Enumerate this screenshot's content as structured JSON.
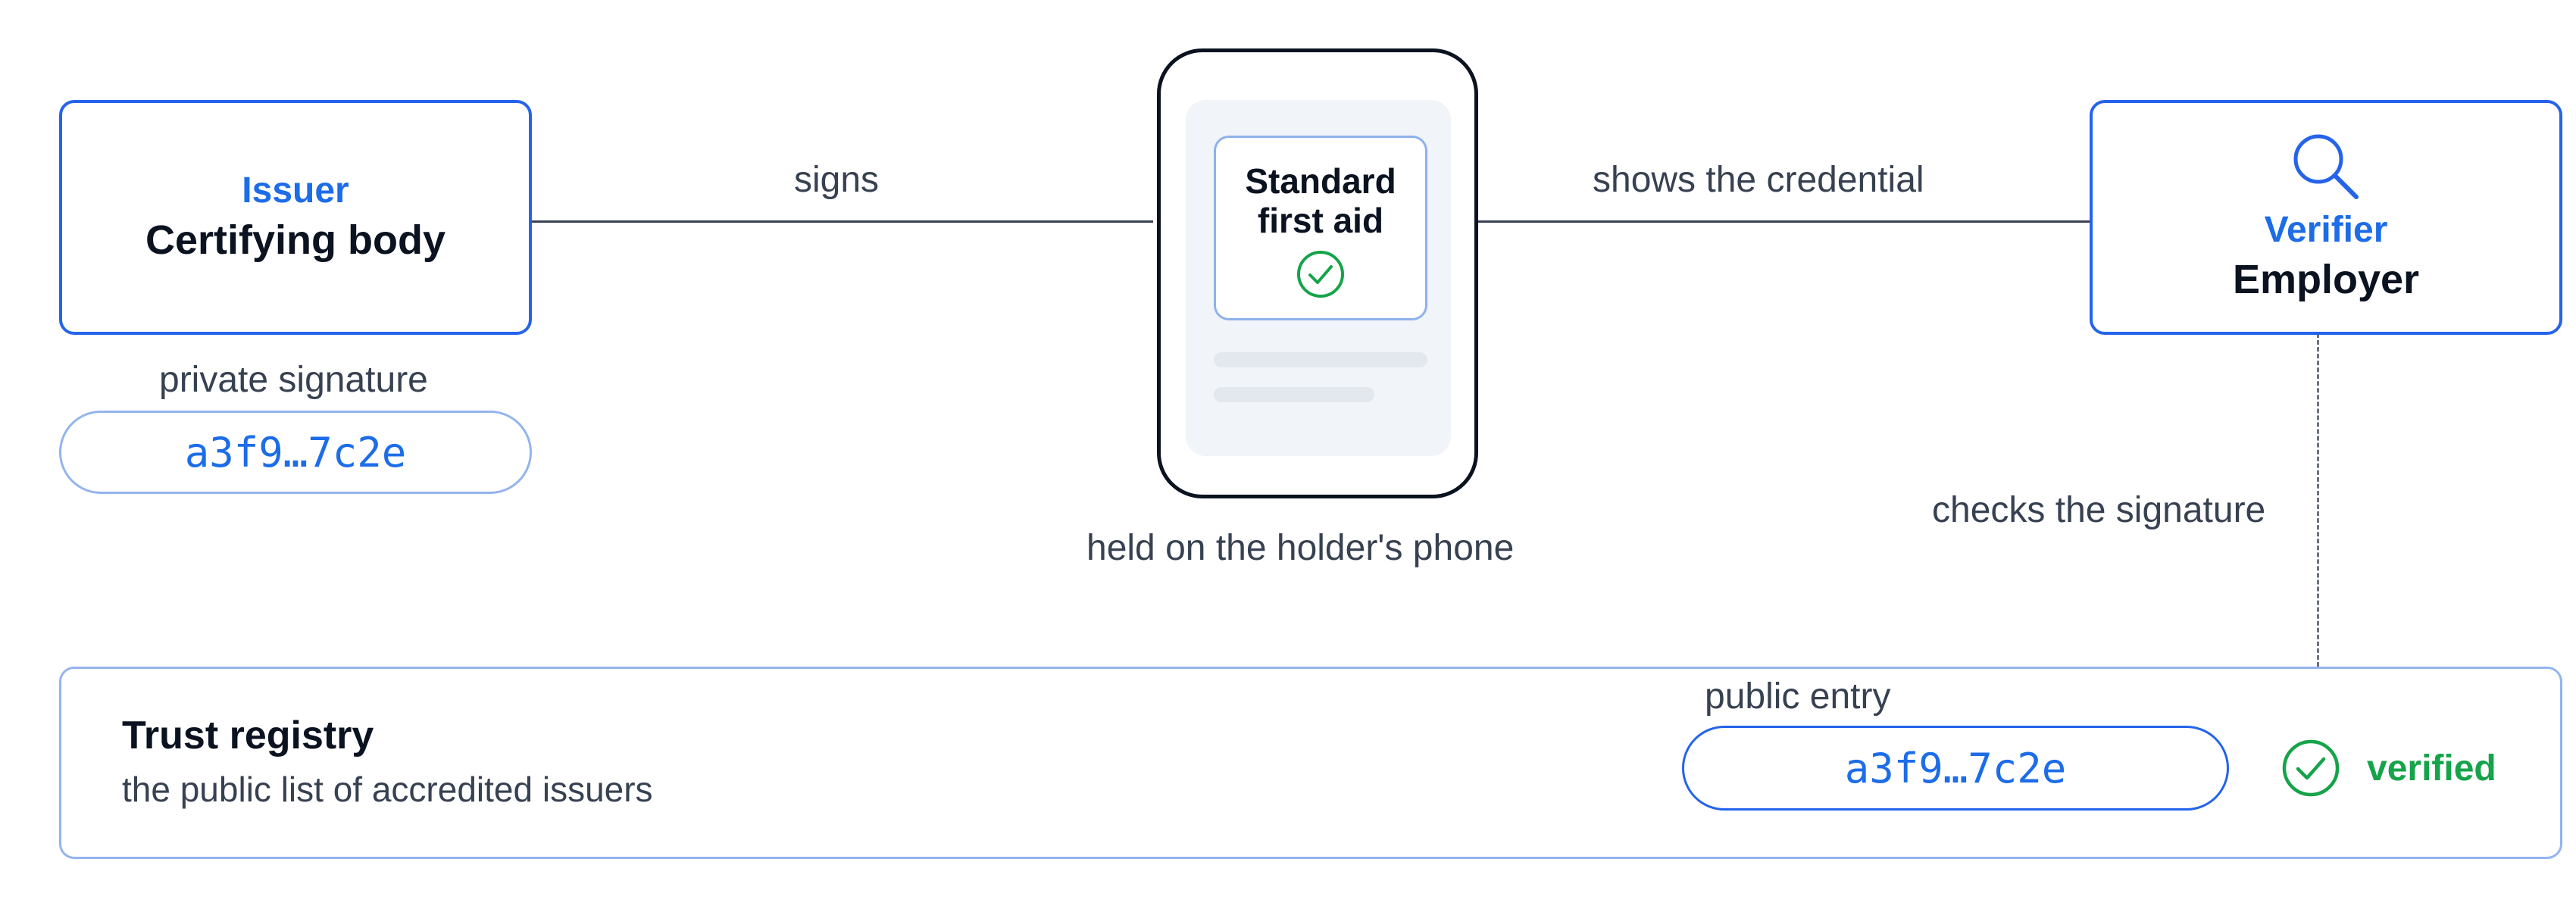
{
  "issuer": {
    "role": "Issuer",
    "name": "Certifying body",
    "signature_caption": "private signature",
    "signature_value": "a3f9…7c2e"
  },
  "holder": {
    "credential_title_line1": "Standard",
    "credential_title_line2": "first aid",
    "caption": "held on the holder's phone"
  },
  "verifier": {
    "role": "Verifier",
    "name": "Employer"
  },
  "edges": {
    "signs": "signs",
    "shows": "shows the credential",
    "checks": "checks the signature"
  },
  "registry": {
    "title": "Trust registry",
    "subtitle": "the public list of accredited issuers",
    "entry_caption": "public entry",
    "entry_value": "a3f9…7c2e",
    "status": "verified"
  },
  "icons": {
    "credential_check": "check-circle-icon",
    "verifier_search": "search-icon",
    "registry_check": "check-circle-icon"
  },
  "colors": {
    "accent_blue": "#2563eb",
    "label_blue": "#1d6ce8",
    "success_green": "#16a34a",
    "text_dark": "#0b1220",
    "text_muted": "#374151"
  }
}
